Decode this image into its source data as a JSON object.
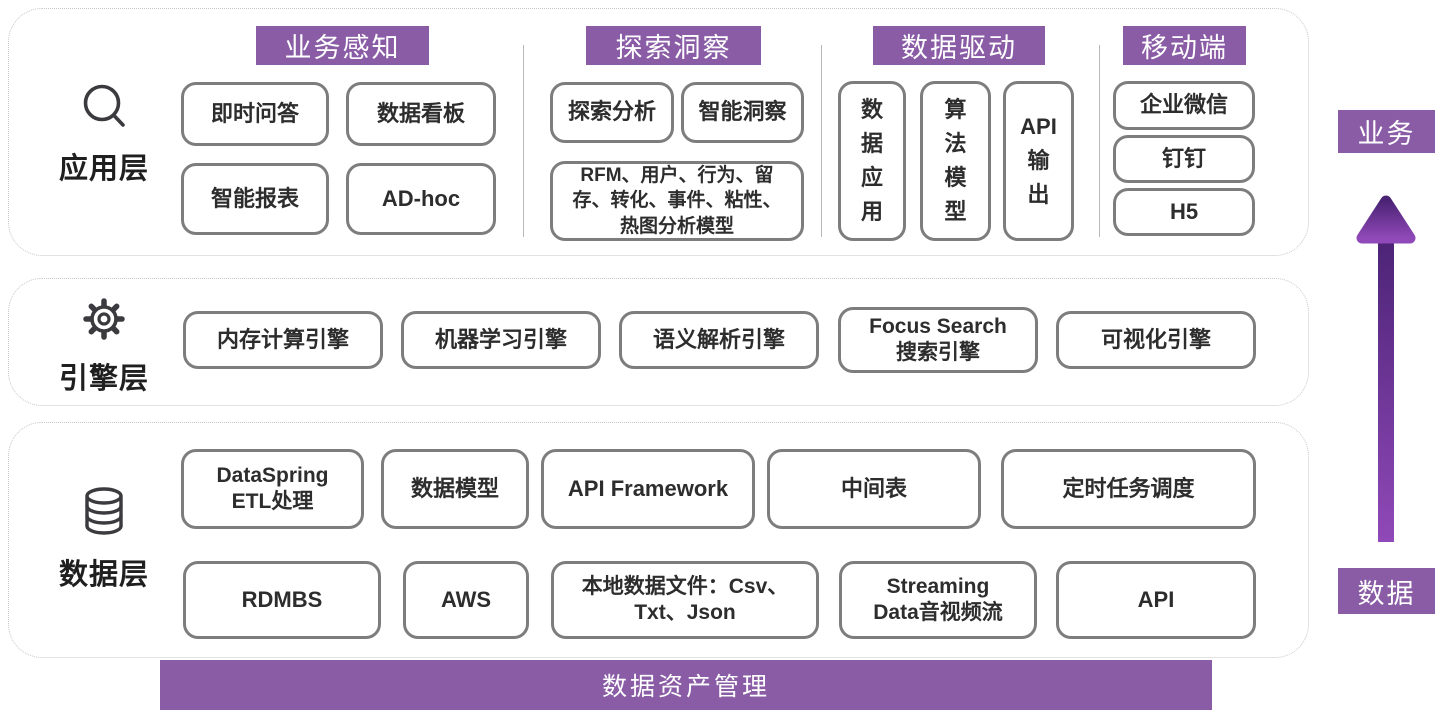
{
  "layers": {
    "application": {
      "label": "应用层",
      "icon": "magnifier-icon",
      "groups": [
        {
          "header": "业务感知",
          "items": [
            "即时问答",
            "数据看板",
            "智能报表",
            "AD-hoc"
          ]
        },
        {
          "header": "探索洞察",
          "items": [
            "探索分析",
            "智能洞察",
            [
              "RFM、用户、行为、留",
              "存、转化、事件、粘性、",
              "热图分析模型"
            ]
          ]
        },
        {
          "header": "数据驱动",
          "items": [
            [
              "数",
              "据",
              "应",
              "用"
            ],
            [
              "算",
              "法",
              "模",
              "型"
            ],
            [
              "API",
              "输",
              "出"
            ]
          ]
        },
        {
          "header": "移动端",
          "items": [
            "企业微信",
            "钉钉",
            "H5"
          ]
        }
      ]
    },
    "engine": {
      "label": "引擎层",
      "icon": "gear-icon",
      "items": [
        "内存计算引擎",
        "机器学习引擎",
        "语义解析引擎",
        [
          "Focus Search",
          "搜索引擎"
        ],
        "可视化引擎"
      ]
    },
    "data": {
      "label": "数据层",
      "icon": "database-icon",
      "row1": [
        [
          "DataSpring",
          "ETL处理"
        ],
        "数据模型",
        "API Framework",
        "中间表",
        "定时任务调度"
      ],
      "row2": [
        "RDMBS",
        "AWS",
        [
          "本地数据文件：Csv、",
          "Txt、Json"
        ],
        [
          "Streaming",
          "Data音视频流"
        ],
        "API"
      ]
    }
  },
  "footer": {
    "label": "数据资产管理"
  },
  "side": {
    "top_badge": "业务",
    "bottom_badge": "数据",
    "arrow_direction": "up"
  },
  "colors": {
    "accent_purple": "#8a5ca6",
    "arrow_gradient_top": "#4b2375",
    "arrow_gradient_bottom": "#9049b8",
    "box_border": "#7d7d7d",
    "panel_border": "#c6c6c6",
    "text": "#2d2d2d"
  }
}
